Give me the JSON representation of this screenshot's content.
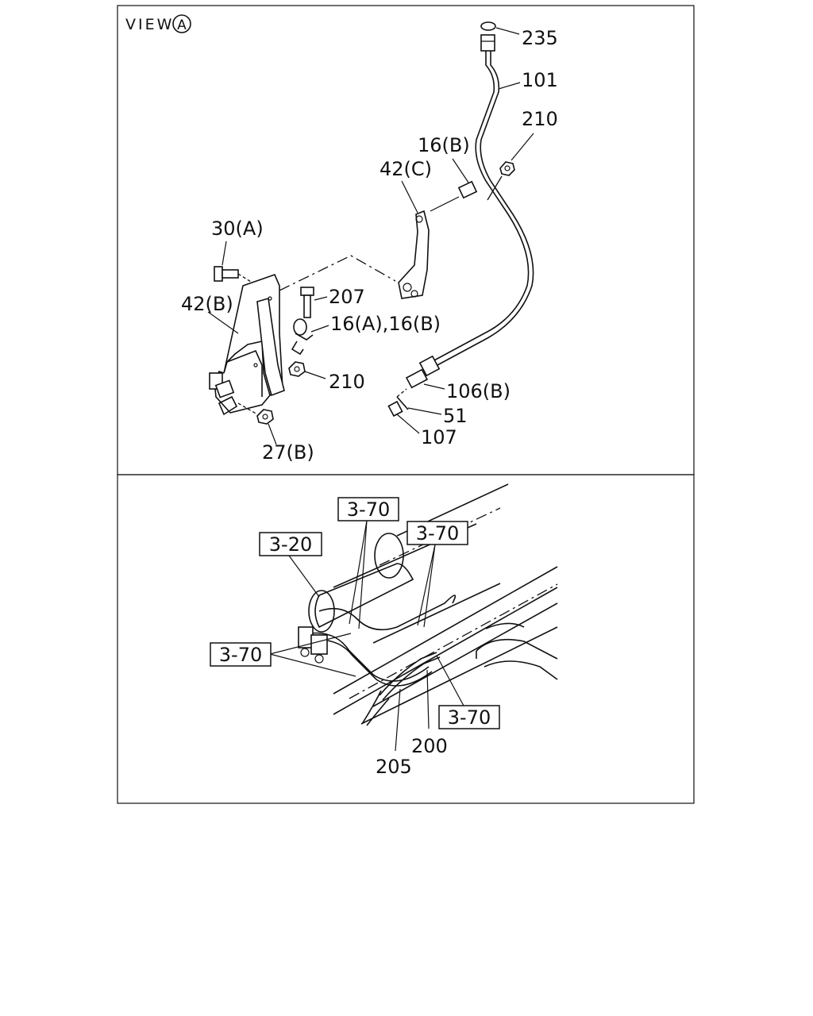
{
  "view_label": {
    "text": "VIEW",
    "circle_letter": "A"
  },
  "top_callouts": {
    "c235": "235",
    "c101": "101",
    "c210_top": "210",
    "c16b": "16(B)",
    "c42c": "42(C)",
    "c30a": "30(A)",
    "c207": "207",
    "c42b": "42(B)",
    "c16ab": "16(A),16(B)",
    "c210_mid": "210",
    "c106b": "106(B)",
    "c51": "51",
    "c107": "107",
    "c27b": "27(B)"
  },
  "bottom_callouts": {
    "ref_320": "3-20",
    "ref_370_a": "3-70",
    "ref_370_b": "3-70",
    "ref_370_c": "3-70",
    "ref_370_d": "3-70",
    "c200": "200",
    "c205": "205"
  }
}
